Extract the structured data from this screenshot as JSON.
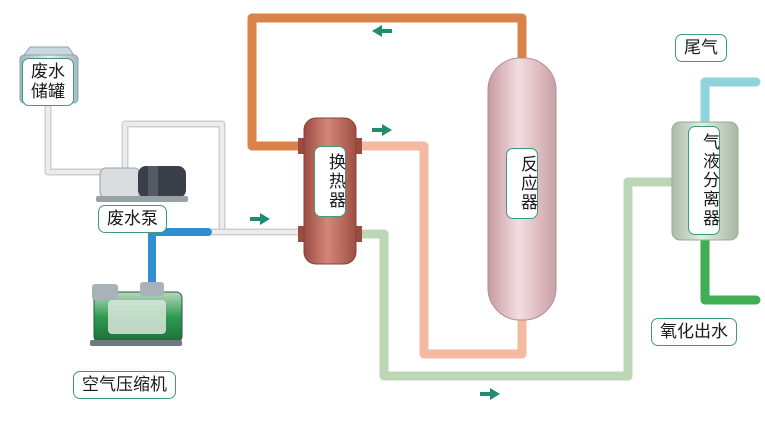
{
  "labels": {
    "wastewater_tank_line1": "废水",
    "wastewater_tank_line2": "储罐",
    "wastewater_pump": "废水泵",
    "air_compressor": "空气压缩机",
    "heat_exchanger": "换热器",
    "reactor": "反应器",
    "exhaust_gas": "尾气",
    "gas_liquid_separator": "气液分离器",
    "oxidized_effluent": "氧化出水"
  },
  "colors": {
    "hot_loop": "#d9824a",
    "hot_return": "#f3b9a1",
    "cooled_outlet": "#bcd7b5",
    "air_line": "#2f8fcf",
    "exhaust_line": "#8fd4dc",
    "effluent_line": "#3fae55",
    "feed_line": "#e3e3e3",
    "heat_exchanger_body": "#bf6b5f",
    "reactor_body": "#e7c9cd",
    "separator_body": "#c7d8c4",
    "arrow": "#1f8c73",
    "label_border": "#3e9a7e"
  }
}
